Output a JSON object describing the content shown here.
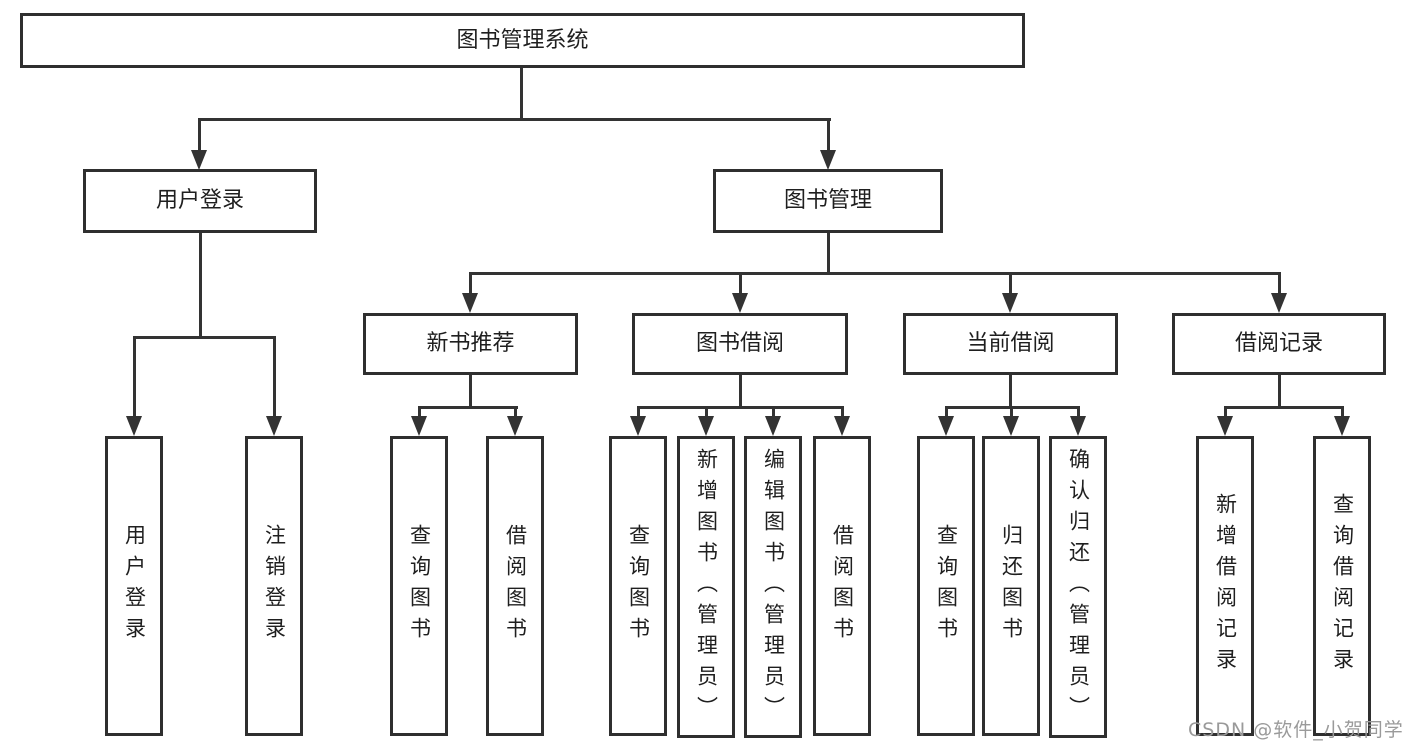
{
  "diagram": {
    "root": {
      "label": "图书管理系统"
    },
    "level2": [
      {
        "label": "用户登录"
      },
      {
        "label": "图书管理"
      }
    ],
    "level3": [
      {
        "label": "新书推荐"
      },
      {
        "label": "图书借阅"
      },
      {
        "label": "当前借阅"
      },
      {
        "label": "借阅记录"
      }
    ],
    "leaves": {
      "user_login": [
        "用户登录",
        "注销登录"
      ],
      "new_books": [
        "查询图书",
        "借阅图书"
      ],
      "book_borrow": [
        "查询图书",
        "新增图书（管理员）",
        "编辑图书（管理员）",
        "借阅图书"
      ],
      "current_borrow": [
        "查询图书",
        "归还图书",
        "确认归还（管理员）"
      ],
      "borrow_records": [
        "新增借阅记录",
        "查询借阅记录"
      ]
    },
    "watermark": "CSDN @软件_小贺同学",
    "colors": {
      "line": "#333333",
      "box-border": "#2f2f2f",
      "box-fill": "#ffffff",
      "text": "#1f1f1f",
      "watermark": "#9a9a9a",
      "background": "#ffffff"
    }
  }
}
